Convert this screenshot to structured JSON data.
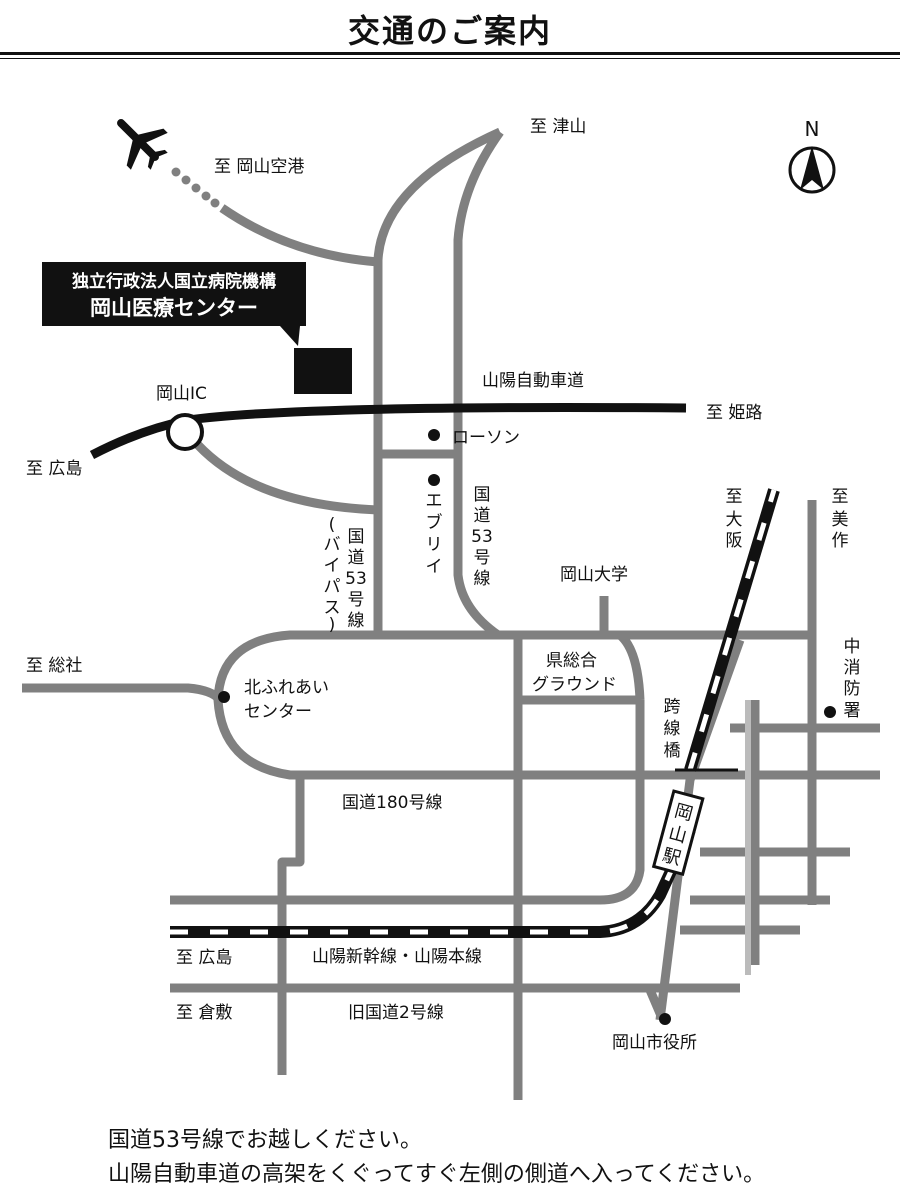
{
  "header": {
    "title": "交通のご案内"
  },
  "map": {
    "compass_label": "N",
    "hospital_label": {
      "line1": "独立行政法人国立病院機構",
      "line2": "岡山医療センター"
    },
    "destinations": {
      "tsuyama": "至 津山",
      "okayama_airport": "至 岡山空港",
      "himeji": "至 姫路",
      "hiroshima_top": "至 広島",
      "osaka_to": "至",
      "osaka_1": "大",
      "osaka_2": "阪",
      "mimasaka_to": "至",
      "mimasaka_1": "美",
      "mimasaka_2": "作",
      "soja": "至 総社",
      "hiroshima_bottom": "至 広島",
      "kurashiki": "至 倉敷"
    },
    "roads": {
      "sanyo_expressway": "山陽自動車道",
      "okayama_ic": "岡山IC",
      "route53": [
        "国",
        "道",
        "53",
        "号",
        "線"
      ],
      "route53_bypass": [
        "国",
        "道",
        "53",
        "号",
        "線"
      ],
      "bypass_paren": [
        "(",
        "バ",
        "イ",
        "パ",
        "ス",
        ")"
      ],
      "route180": "国道180号線",
      "old_route2": "旧国道2号線",
      "shinkansen": "山陽新幹線・山陽本線",
      "overpass": [
        "跨",
        "線",
        "橋"
      ]
    },
    "landmarks": {
      "lawson": "ローソン",
      "everyi": [
        "エ",
        "ブ",
        "リ",
        "イ"
      ],
      "okayama_univ": "岡山大学",
      "ground_1": "県総合",
      "ground_2": "グラウンド",
      "kitafureai_1": "北ふれあい",
      "kitafureai_2": "センター",
      "fire_dept": [
        "中",
        "消",
        "防",
        "署"
      ],
      "station": [
        "岡",
        "山",
        "駅"
      ],
      "city_hall": "岡山市役所"
    }
  },
  "footer": {
    "line1": "国道53号線でお越しください。",
    "line2": "山陽自動車道の高架をくぐってすぐ左側の側道へ入ってください。"
  }
}
